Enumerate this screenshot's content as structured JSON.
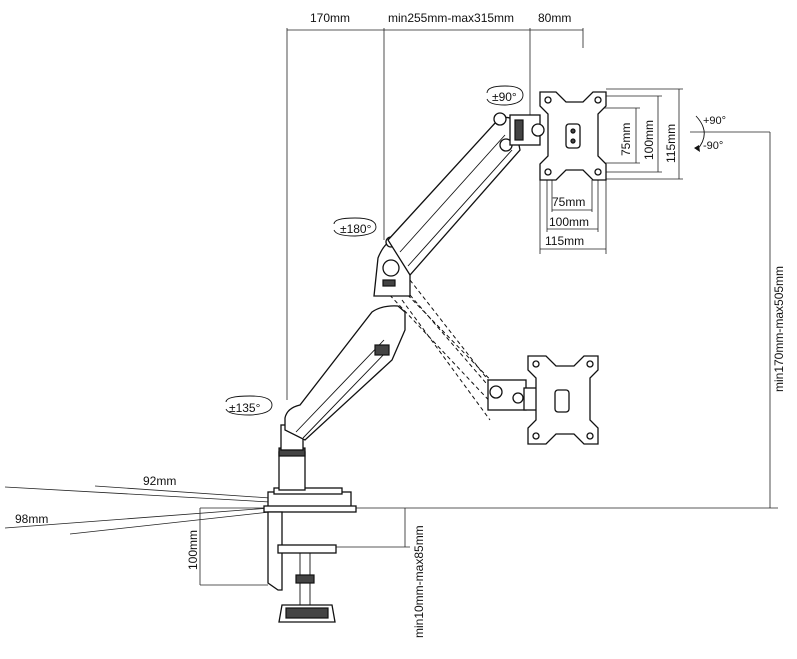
{
  "labels": {
    "top_arm_offset": "170mm",
    "arm_extension": "min255mm-max315mm",
    "plate_offset": "80mm",
    "tilt_rotation": "±90°",
    "elbow_rotation": "±180°",
    "base_rotation": "±135°",
    "vesa_v_small": "75mm",
    "vesa_v_mid": "100mm",
    "vesa_v_large": "115mm",
    "vesa_h_small": "75mm",
    "vesa_h_mid": "100mm",
    "vesa_h_large": "115mm",
    "tilt_up": "+90°",
    "tilt_down": "-90°",
    "height_range": "min170mm-max505mm",
    "clamp_depth_92": "92mm",
    "clamp_depth_98": "98mm",
    "clamp_height": "100mm",
    "desk_thickness": "min10mm-max85mm"
  }
}
